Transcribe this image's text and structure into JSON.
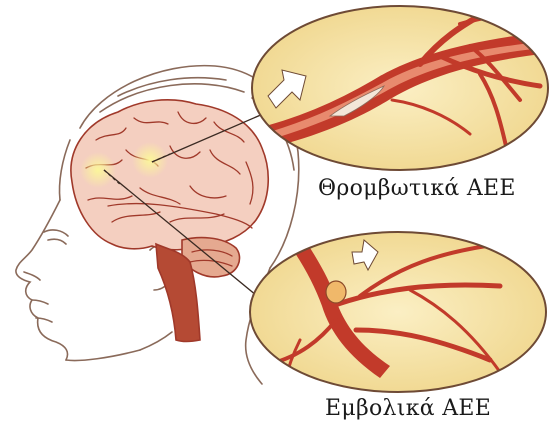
{
  "captions": {
    "thrombotic": "Θρομβωτικά ΑΕΕ",
    "embolic": "Εμβολικά ΑΕΕ"
  },
  "colors": {
    "background": "#ffffff",
    "brain_fill": "#f4cfc0",
    "brain_outline": "#a0392a",
    "artery": "#c23a2a",
    "artery_light": "#e88a6e",
    "inset_background": "#f6e4a6",
    "inset_border": "#6e4a35",
    "arrow_fill": "#ffffff",
    "ischemic_spot": "#f6f07a",
    "face_line": "#8a6a5a",
    "clot": "#f3e6d8",
    "embolus": "#f0b86a"
  },
  "icons": {
    "flow_arrow_top": "white-block-arrow",
    "flow_arrow_bottom": "white-block-arrow"
  }
}
